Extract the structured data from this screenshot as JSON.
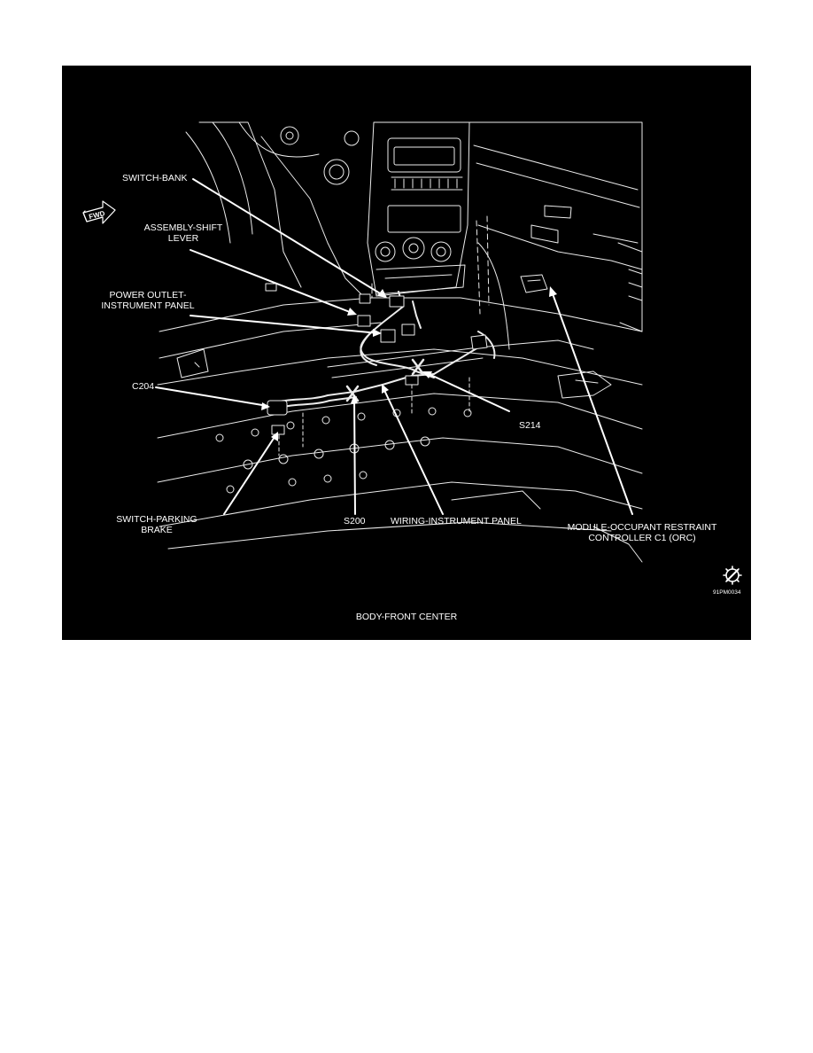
{
  "figure": {
    "caption": "BODY-FRONT CENTER",
    "figure_id": "91PM0034",
    "fwd_badge": "FWD",
    "colors": {
      "background": "#000000",
      "linework": "#ffffff"
    },
    "labels": {
      "switch_bank": "SWITCH-BANK",
      "assembly_shift_lever": "ASSEMBLY-SHIFT\nLEVER",
      "power_outlet": "POWER OUTLET-\nINSTRUMENT PANEL",
      "c204": "C204",
      "s214": "S214",
      "switch_parking_brake": "SWITCH-PARKING\nBRAKE",
      "s200": "S200",
      "wiring_instrument_panel": "WIRING-INSTRUMENT PANEL",
      "module_orc": "MODULE-OCCUPANT RESTRAINT\nCONTROLLER C1 (ORC)"
    },
    "icons": [
      "fwd-arrow-icon",
      "gear-icon"
    ]
  }
}
